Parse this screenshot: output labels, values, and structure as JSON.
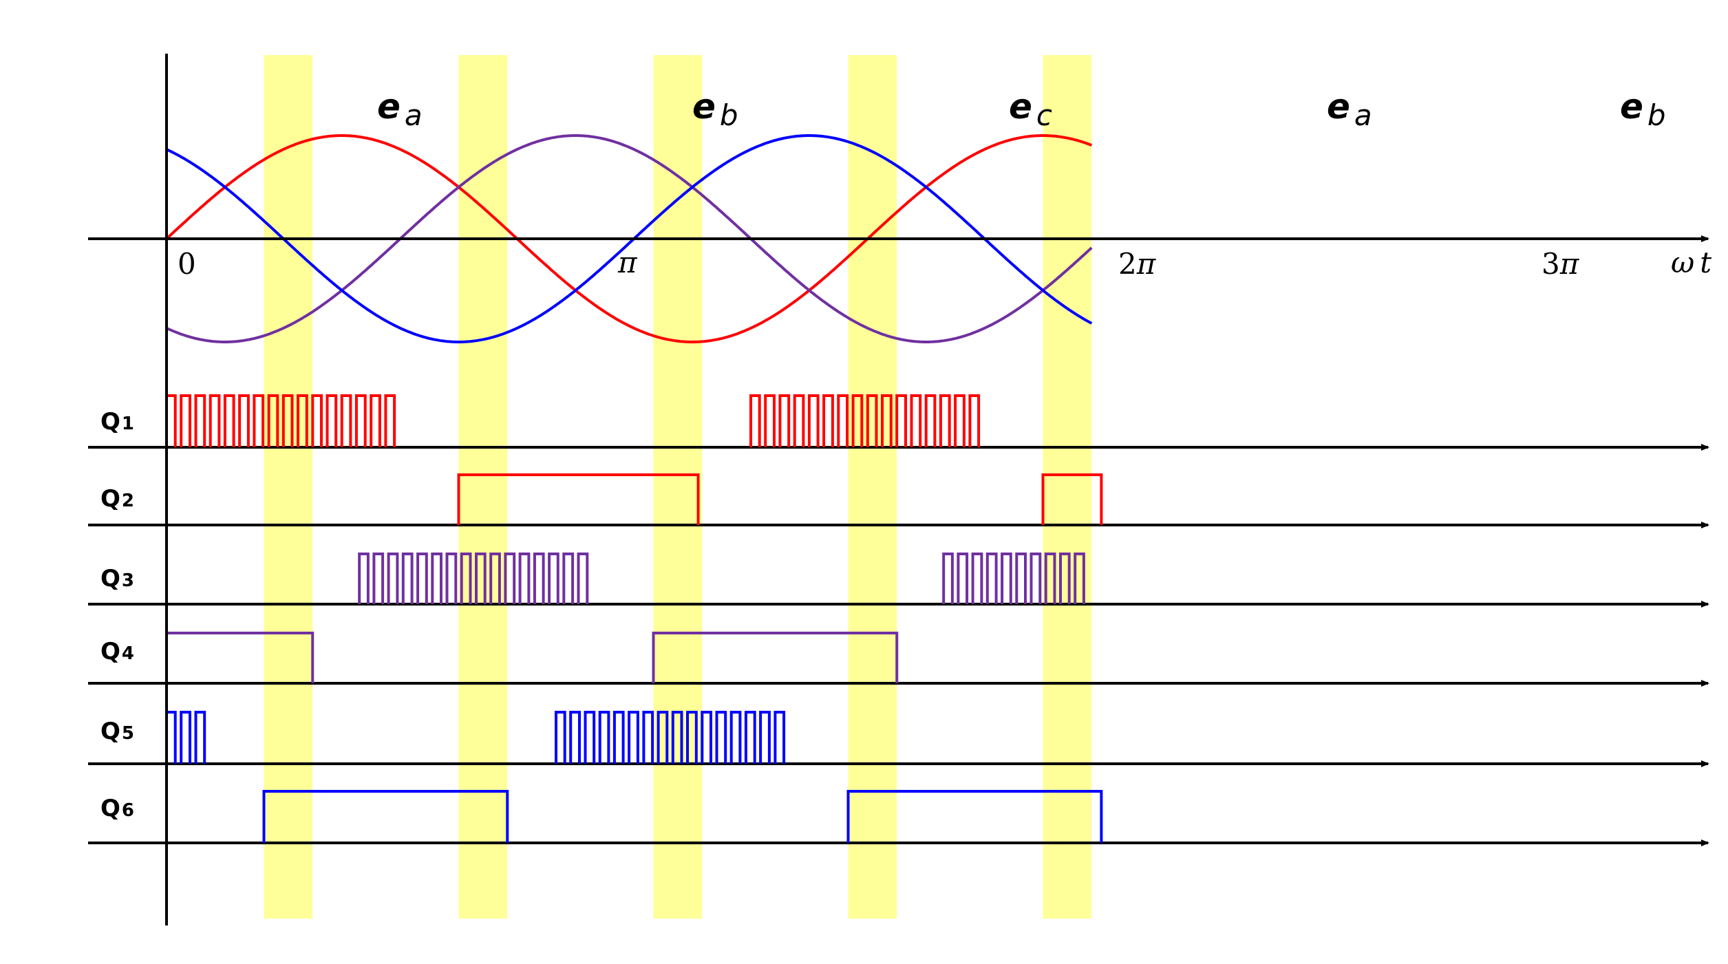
{
  "colors": {
    "phase_a": "#ff0000",
    "phase_b": "#7030a0",
    "phase_c": "#0000ff",
    "highlight": "#ffff99",
    "axis": "#000000"
  },
  "axis": {
    "x_label_omega": "ω",
    "x_label_t": "t",
    "ticks": [
      {
        "prefix": "",
        "symbol": "0",
        "italic": false
      },
      {
        "prefix": "",
        "symbol": "π",
        "italic": true
      },
      {
        "prefix": "2",
        "symbol": "π",
        "italic": true
      },
      {
        "prefix": "3",
        "symbol": "π",
        "italic": true
      }
    ]
  },
  "emf_labels": [
    {
      "main": "e",
      "sub": "a",
      "phase": "a"
    },
    {
      "main": "e",
      "sub": "b",
      "phase": "b"
    },
    {
      "main": "e",
      "sub": "c",
      "phase": "c"
    },
    {
      "main": "e",
      "sub": "a",
      "phase": "a"
    },
    {
      "main": "e",
      "sub": "b",
      "phase": "b"
    }
  ],
  "switches": [
    {
      "main": "Q",
      "sub": "1",
      "phase": "a",
      "mode": "pwm",
      "intervals_deg": [
        [
          0,
          120
        ],
        [
          300,
          420
        ]
      ],
      "pulses_per_interval": 16
    },
    {
      "main": "Q",
      "sub": "2",
      "phase": "a",
      "mode": "on",
      "intervals_deg": [
        [
          150,
          273
        ],
        [
          450,
          480
        ]
      ]
    },
    {
      "main": "Q",
      "sub": "3",
      "phase": "b",
      "mode": "pwm",
      "intervals_deg": [
        [
          99,
          221
        ],
        [
          399,
          478
        ]
      ],
      "pulses_per_interval": 16
    },
    {
      "main": "Q",
      "sub": "4",
      "phase": "b",
      "mode": "on",
      "intervals_deg": [
        [
          0,
          75
        ],
        [
          250,
          375
        ]
      ]
    },
    {
      "main": "Q",
      "sub": "5",
      "phase": "c",
      "mode": "pwm",
      "intervals_deg": [
        [
          0,
          22
        ],
        [
          200,
          321
        ]
      ],
      "pulses_per_interval": 16
    },
    {
      "main": "Q",
      "sub": "6",
      "phase": "c",
      "mode": "on",
      "intervals_deg": [
        [
          50,
          175
        ],
        [
          350,
          480
        ]
      ]
    }
  ],
  "highlight_bands_deg": [
    [
      50,
      75
    ],
    [
      150,
      175
    ],
    [
      250,
      275
    ],
    [
      350,
      375
    ],
    [
      450,
      475
    ]
  ]
}
